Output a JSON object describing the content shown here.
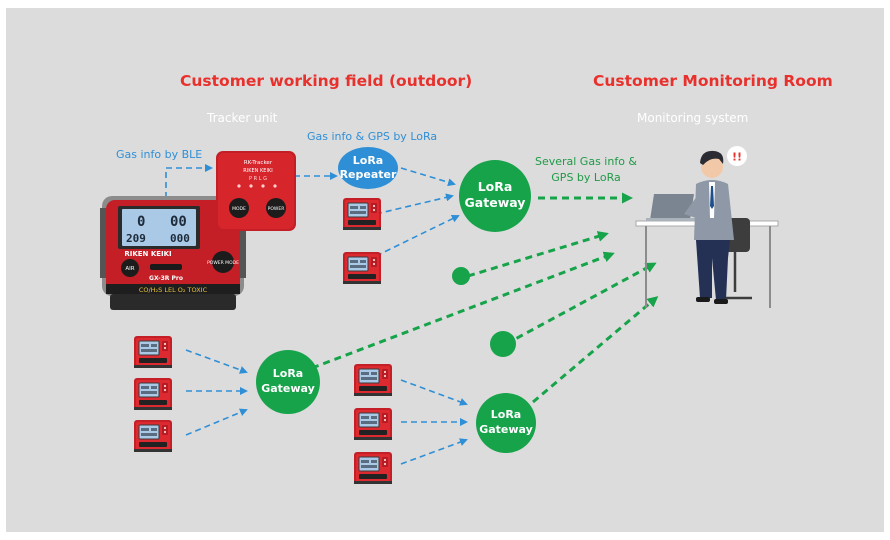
{
  "titles": {
    "field": "Customer working field (outdoor)",
    "room": "Customer Monitoring Room"
  },
  "subtitles": {
    "tracker_unit": "Tracker unit",
    "monitoring_system": "Monitoring system"
  },
  "labels": {
    "gas_info_ble": "Gas info by BLE",
    "gas_info_gps_lora": "Gas info & GPS by LoRa",
    "several_gas_info": "Several Gas info &\nGPS by LoRa"
  },
  "nodes": {
    "repeater": {
      "line1": "LoRa",
      "line2": "Repeater"
    },
    "gateway": {
      "line1": "LoRa",
      "line2": "Gateway"
    }
  },
  "device": {
    "tracker_title": "RK-Tracker",
    "tracker_brand": "RIKEN KEIKI",
    "tracker_leds": "P  R  L  G",
    "tracker_btn_mode": "MODE",
    "tracker_btn_power": "POWER",
    "gx_brand": "RIKEN KEIKI",
    "gx_model": "GX-3R Pro",
    "gx_btn_air": "AIR",
    "gx_btn_power": "POWER MODE",
    "gx_strip": "CO/H₂S LEL O₂ TOXIC",
    "gx_readings": [
      "0",
      "00",
      "209",
      "000"
    ]
  },
  "alert": {
    "text": "!!"
  },
  "colors": {
    "background": "#dcdcdc",
    "title_red": "#e8312c",
    "blue": "#2f8fd6",
    "green": "#16a34a",
    "device_red": "#d7252c",
    "screen_blue": "#a9c9e6"
  }
}
